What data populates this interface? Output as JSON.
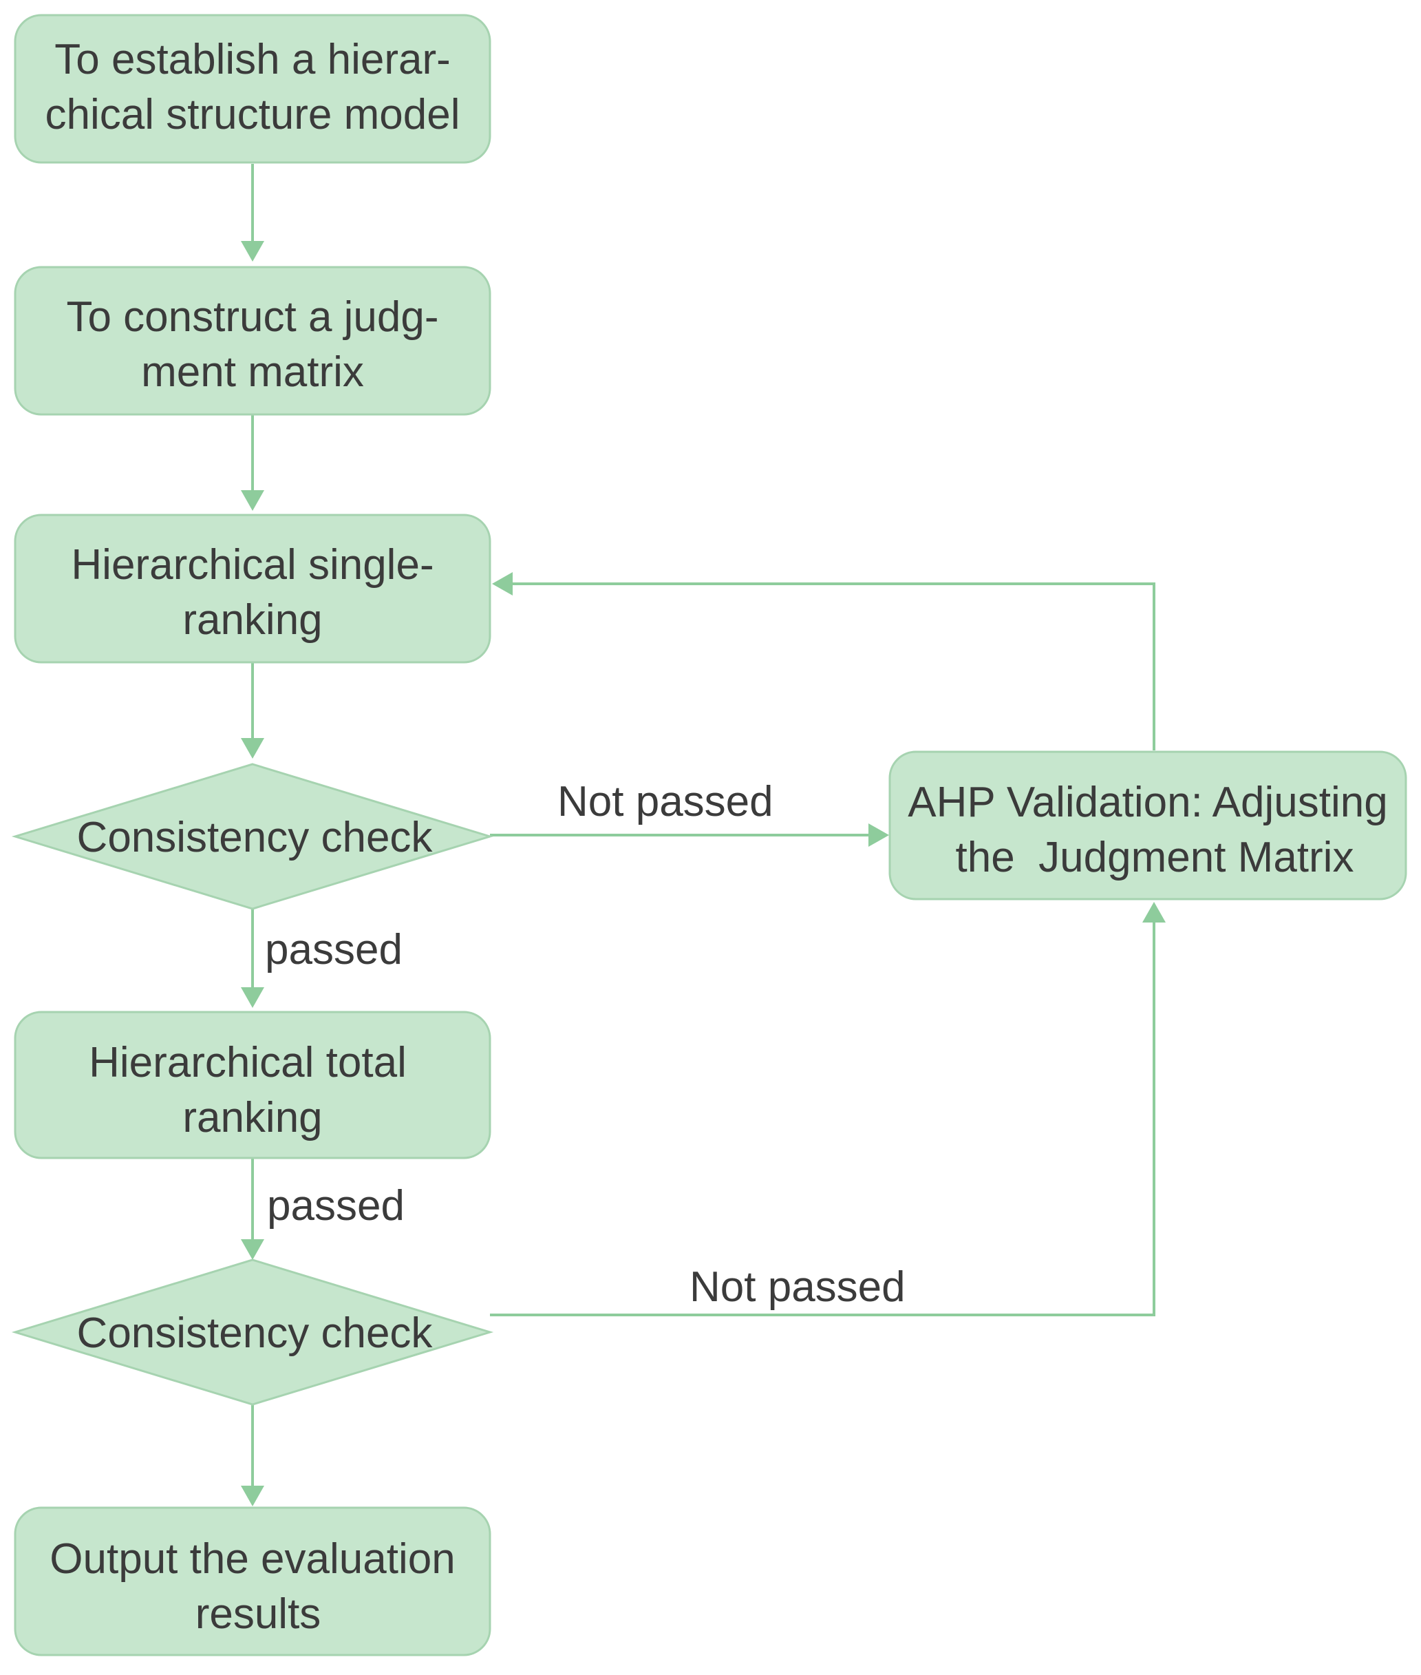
{
  "nodes": {
    "establish_model": {
      "line1": "To establish a hierar-",
      "line2": "chical structure model"
    },
    "construct_matrix": {
      "line1": "To construct a judg-",
      "line2": "ment matrix"
    },
    "single_ranking": {
      "line1": "Hierarchical single-",
      "line2": "ranking"
    },
    "consistency_check_1": {
      "line1": "Consistency check"
    },
    "total_ranking": {
      "line1": "Hierarchical total",
      "line2": "ranking"
    },
    "consistency_check_2": {
      "line1": "Consistency check"
    },
    "output_results": {
      "line1": "Output the evaluation",
      "line2": "results"
    },
    "ahp_validation": {
      "line1": "AHP Validation: Adjusting",
      "line2": "the  Judgment Matrix"
    }
  },
  "edges": {
    "check1_passed": "passed",
    "total_passed": "passed",
    "check1_not_passed": "Not passed",
    "check2_not_passed": "Not passed"
  },
  "colors": {
    "node_fill": "#c6e6cd",
    "node_stroke": "#a6d3b0",
    "edge": "#8ecc9c",
    "text": "#3b3b3b"
  }
}
